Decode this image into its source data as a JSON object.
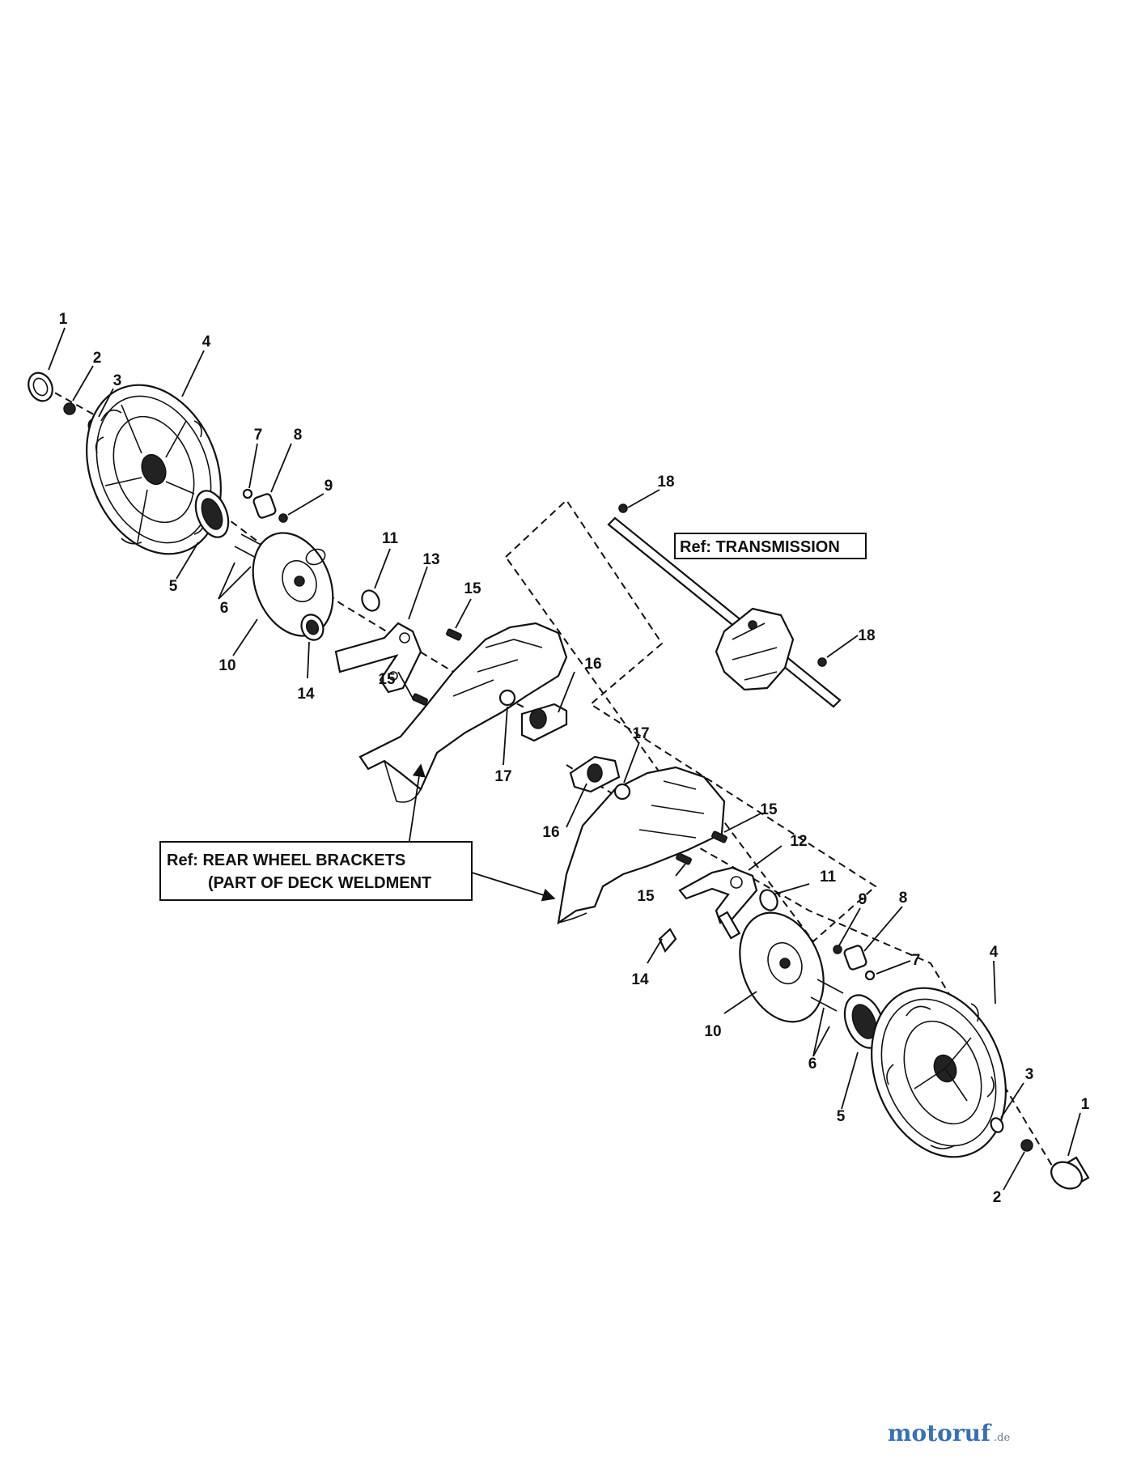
{
  "callouts": {
    "left": {
      "n1": "1",
      "n2": "2",
      "n3": "3",
      "n4": "4",
      "n5": "5",
      "n6": "6",
      "n7": "7",
      "n8": "8",
      "n9": "9",
      "n10": "10",
      "n11": "11",
      "n13": "13",
      "n14": "14",
      "n15a": "15",
      "n15b": "15",
      "n16": "16",
      "n17": "17"
    },
    "right": {
      "n1": "1",
      "n2": "2",
      "n3": "3",
      "n4": "4",
      "n5": "5",
      "n6": "6",
      "n7": "7",
      "n8": "8",
      "n9": "9",
      "n10": "10",
      "n11": "11",
      "n12": "12",
      "n14": "14",
      "n15a": "15",
      "n15b": "15",
      "n16": "16",
      "n17": "17"
    },
    "transmission": {
      "n18a": "18",
      "n18b": "18"
    }
  },
  "refs": {
    "transmission": "Ref: TRANSMISSION",
    "rear_brackets_line1": "Ref: REAR WHEEL BRACKETS",
    "rear_brackets_line2": "(PART OF DECK WELDMENT"
  },
  "watermark": {
    "brand": "motoruf",
    "tld": ".de"
  },
  "colors": {
    "line": "#111111",
    "background": "#ffffff",
    "wm_blue": "#3b6fb0",
    "wm_orange": "#e08a1e",
    "wm_gray": "#6c7a8a"
  }
}
